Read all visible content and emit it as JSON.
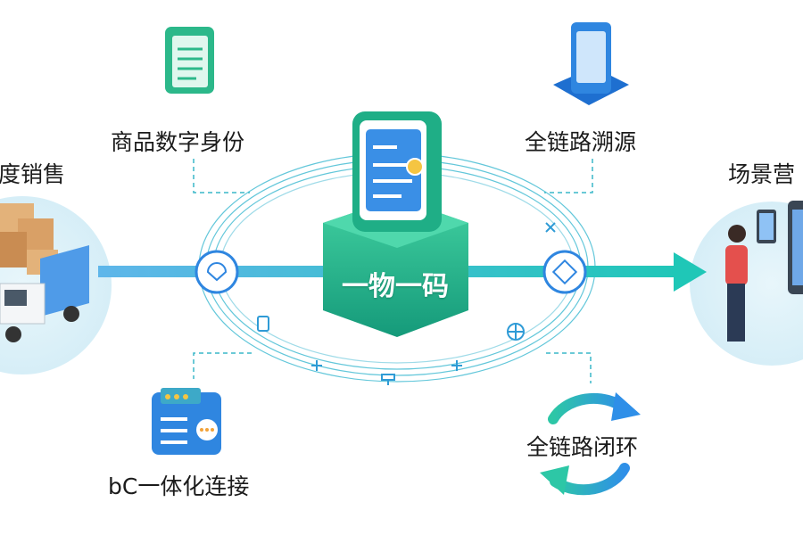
{
  "labels": {
    "left_sales": "度销售",
    "digital_identity": "商品数字身份",
    "traceability": "全链路溯源",
    "scenario_marketing": "场景营",
    "bc_integration": "bC一体化连接",
    "closed_loop": "全链路闭环",
    "center": "一物一码"
  },
  "colors": {
    "green": "#2cb88a",
    "blue": "#2f86e0",
    "cyan": "#3cc6d6",
    "dashed": "#3ab7c9"
  }
}
